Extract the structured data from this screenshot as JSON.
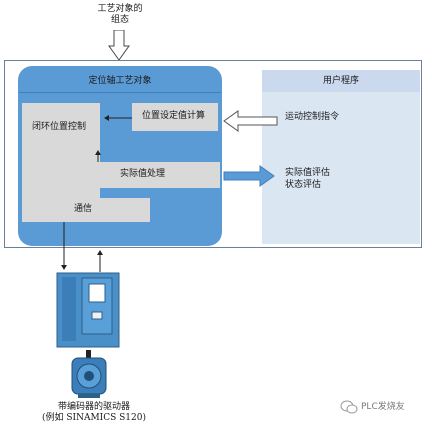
{
  "top_label": {
    "line1": "工艺对象的",
    "line2": "组态"
  },
  "tech_object": {
    "title": "定位轴工艺对象",
    "closed_loop": "闭环位置控制",
    "setpoint_calc": "位置设定值计算",
    "actual_processing": "实际值处理",
    "communication": "通信"
  },
  "user_program": {
    "title": "用户程序",
    "motion_commands": "运动控制指令",
    "actual_eval": "实际值评估",
    "status_eval": "状态评估"
  },
  "drive": {
    "line1": "带编码器的驱动器",
    "line2": "(例如 SINAMICS S120)"
  },
  "watermark": "PLC发烧友",
  "colors": {
    "tech_object_fill": "#5b9bd5",
    "user_panel_fill": "#dbe6f3",
    "grey_block": "#d9d9d9",
    "drive_fill": "#4a90c8"
  },
  "icons": [
    "down-arrow-icon",
    "left-arrow-icon",
    "right-arrow-icon",
    "drive-unit-icon",
    "motor-icon",
    "wechat-icon"
  ]
}
